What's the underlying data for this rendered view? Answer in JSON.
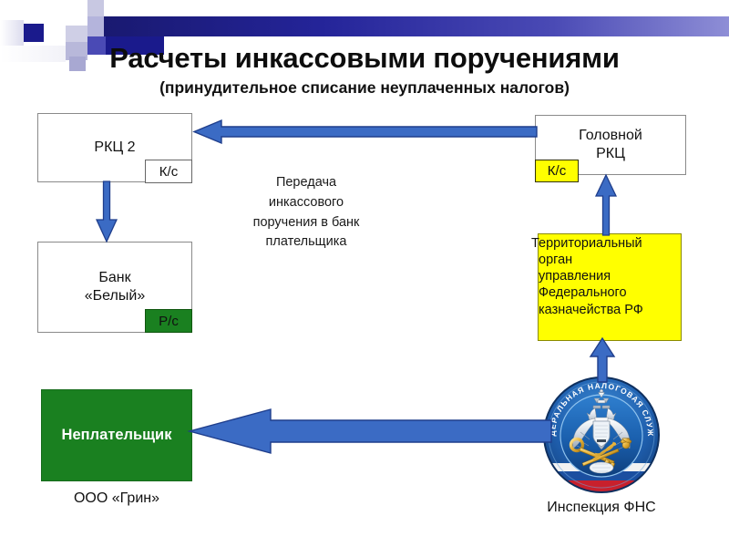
{
  "slide": {
    "title": "Расчеты инкассовыми поручениями",
    "subtitle": "(принудительное списание неуплаченных налогов)"
  },
  "theme": {
    "arrow_fill": "#3B6BC4",
    "arrow_stroke": "#1F3E8C",
    "green_fill": "#1A8020",
    "yellow_fill": "#FFFF00",
    "header_navy": "#191970"
  },
  "nodes": {
    "rkc2": {
      "label": "РКЦ 2",
      "account_chip": "К/с"
    },
    "bank_white": {
      "label_line1": "Банк",
      "label_line2": "«Белый»",
      "account_chip": "Р/с"
    },
    "defaulter": {
      "label": "Неплательщик",
      "caption": "ООО «Грин»"
    },
    "head_rkc": {
      "label_line1": "Головной",
      "label_line2": "РКЦ",
      "account_chip": "К/с"
    },
    "treasury": {
      "line1": "Территориальный",
      "line2": "орган",
      "line3": "управления",
      "line4": "Федерального",
      "line5": "казначейства РФ"
    },
    "fns": {
      "caption": "Инспекция ФНС",
      "emblem_name": "fns-emblem",
      "emblem_ring_text": "ФЕДЕРАЛЬНАЯ НАЛОГОВАЯ СЛУЖБА"
    }
  },
  "center_note": {
    "line1": "Передача",
    "line2": "инкассового",
    "line3": "поручения в банк",
    "line4": "плательщика"
  },
  "arrows": [
    {
      "name": "arrow-head-rkc-to-rkc2",
      "direction": "left"
    },
    {
      "name": "arrow-rkc2-to-bank",
      "direction": "down"
    },
    {
      "name": "arrow-treasury-to-head-rkc",
      "direction": "up"
    },
    {
      "name": "arrow-fns-to-treasury",
      "direction": "up"
    },
    {
      "name": "arrow-fns-to-defaulter",
      "direction": "left"
    }
  ]
}
